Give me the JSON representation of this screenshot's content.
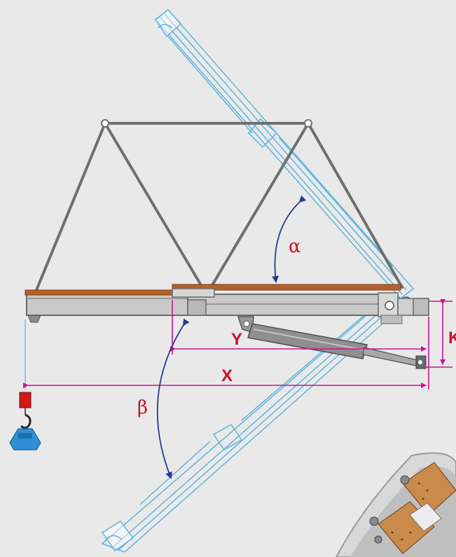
{
  "labels": {
    "alpha": "α",
    "beta": "β",
    "x_dim": "X",
    "y_dim": "Y",
    "k_dim": "K"
  },
  "colors": {
    "background": "#e9e9e9",
    "truss": "#6f6f6f",
    "boom_body": "#c9c9c9",
    "boom_top": "#b5612a",
    "ghost_outline": "#5fb4de",
    "dimension": "#c8129a",
    "dim_text": "#c8102e",
    "arc_arrow": "#2a3a8c",
    "hook_red": "#d01a1a",
    "weight_blue": "#2f8fd6"
  }
}
